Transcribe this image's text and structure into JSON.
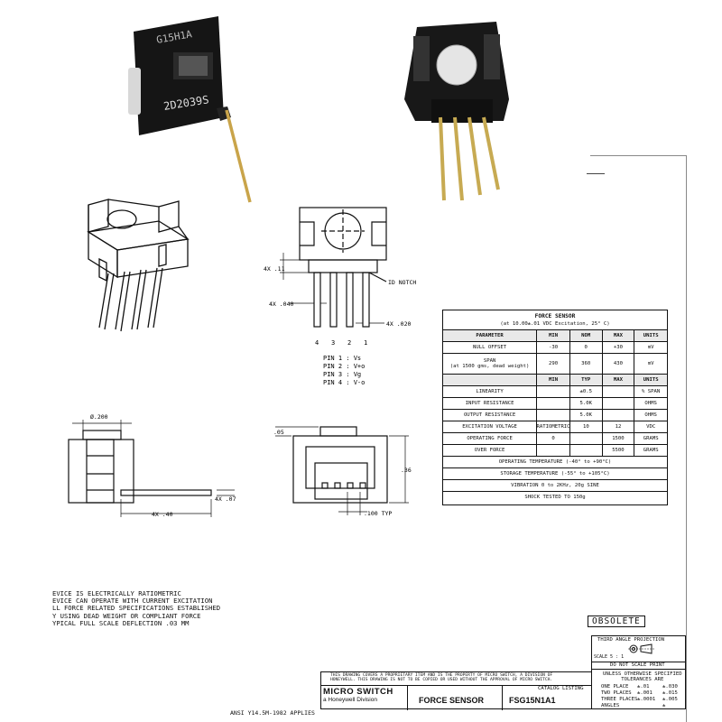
{
  "photo_left": {
    "marking_top": "G15H1A",
    "marking_bottom": "2D2039S"
  },
  "top_view": {
    "id_notch": "ID NOTCH",
    "dim_4x_11": "4X .11",
    "dim_4x_040": "4X .040",
    "dim_4x_020": "4X .020",
    "pin_numbers": [
      "4",
      "3",
      "2",
      "1"
    ],
    "pin_list": [
      "PIN 1 : Vs",
      "PIN 2 : V+o",
      "PIN 3 : Vg",
      "PIN 4 : V-o"
    ]
  },
  "side_view": {
    "dia": "Ø.200",
    "dim_4x_07": "4X .07",
    "dim_4x_40": "4X .40"
  },
  "front_view": {
    "dim_05": ".05",
    "dim_36": ".36",
    "dim_100typ": ".100 TYP"
  },
  "spec": {
    "title": "FORCE SENSOR",
    "subtitle": "(at 10.00±.01 VDC Excitation, 25° C)",
    "header1": [
      "PARAMETER",
      "MIN",
      "NOM",
      "MAX",
      "UNITS"
    ],
    "rows1": [
      [
        "NULL OFFSET",
        "-30",
        "0",
        "+30",
        "mV"
      ],
      [
        "SPAN\n(at 1500 gms, dead weight)",
        "290",
        "360",
        "430",
        "mV"
      ]
    ],
    "header2": [
      "",
      "MIN",
      "TYP",
      "MAX",
      "UNITS"
    ],
    "rows2": [
      [
        "LINEARITY",
        "",
        "±0.5",
        "",
        "% SPAN"
      ],
      [
        "INPUT RESISTANCE",
        "",
        "5.0K",
        "",
        "OHMS"
      ],
      [
        "OUTPUT RESISTANCE",
        "",
        "5.0K",
        "",
        "OHMS"
      ],
      [
        "EXCITATION VOLTAGE",
        "RATIOMETRIC",
        "10",
        "12",
        "VDC"
      ],
      [
        "OPERATING FORCE",
        "0",
        "",
        "1500",
        "GRAMS"
      ],
      [
        "OVER FORCE",
        "",
        "",
        "5500",
        "GRAMS"
      ]
    ],
    "full_rows": [
      "OPERATING TEMPERATURE (-40° to +90°C)",
      "STORAGE TEMPERATURE (-55° to +105°C)",
      "VIBRATION  0 to 2KHz, 20g SINE",
      "SHOCK TESTED TO 150g"
    ]
  },
  "notes": [
    "EVICE IS ELECTRICALLY RATIOMETRIC",
    "EVICE CAN OPERATE WITH CURRENT EXCITATION",
    "LL FORCE RELATED SPECIFICATIONS ESTABLISHED",
    "Y USING DEAD WEIGHT OR COMPLIANT FORCE",
    "YPICAL FULL SCALE DEFLECTION .03 MM"
  ],
  "obsolete": "OBSOLETE",
  "title_block": {
    "projection": "THIRD ANGLE PROJECTION",
    "scale": "SCALE  5 : 1",
    "do_not_scale": "DO NOT SCALE PRINT",
    "tolerances": "UNLESS OTHERWISE SPECIFIED\nTOLERANCES ARE",
    "tol_rows": [
      [
        "ONE PLACE",
        "±.01",
        "±.030"
      ],
      [
        "TWO PLACES",
        "±.001",
        "±.015"
      ],
      [
        "THREE PLACES",
        "±.0001",
        "±.005"
      ],
      [
        "ANGLES",
        "",
        "±"
      ]
    ],
    "proprietary": "THIS DRAWING COVERS A PROPRIETARY ITEM AND IS THE PROPERTY OF MICRO SWITCH, A DIVISION OF\nHONEYWELL. THIS DRAWING IS NOT TO BE COPIED OR USED WITHOUT THE APPROVAL OF MICRO SWITCH.",
    "company": "MICRO SWITCH",
    "division": "a Honeywell Division",
    "product": "FORCE SENSOR",
    "catalog_label": "CATALOG LISTING",
    "catalog": "FSG15N1A1",
    "ansi": "ANSI Y14.5M-1982 APPLIES"
  }
}
